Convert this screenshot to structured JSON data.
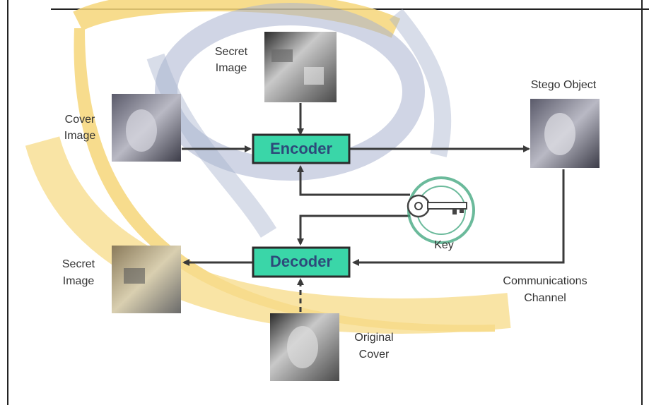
{
  "labels": {
    "secret_image_top": [
      "Secret",
      "Image"
    ],
    "cover_image": [
      "Cover",
      "Image"
    ],
    "stego_object": "Stego Object",
    "key": "Key",
    "secret_image_bottom": [
      "Secret",
      "Image"
    ],
    "communications_channel": [
      "Communications",
      "Channel"
    ],
    "original_cover": [
      "Original",
      "Cover"
    ]
  },
  "boxes": {
    "encoder": "Encoder",
    "decoder": "Decoder"
  },
  "colors": {
    "box_fill": "#3ad6a8",
    "box_border": "#2b2b2b",
    "box_text": "#2d4a7a",
    "arrow": "#3a3a3a",
    "watermark_yellow": "#f6d77a",
    "watermark_blue": "#9aa6c6"
  },
  "icons": {
    "key": "key-icon",
    "stamp": "stamp-icon"
  }
}
